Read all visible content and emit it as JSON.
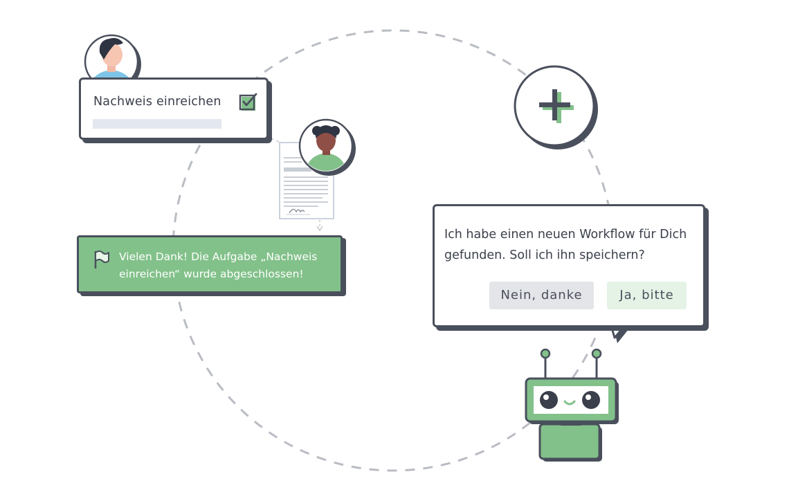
{
  "task_card": {
    "title": "Nachweis einreichen"
  },
  "success_banner": {
    "message": "Vielen Dank! Die Aufgabe „Nachweis einreichen“ wurde abgeschlossen!"
  },
  "bot_prompt": {
    "message": "Ich habe einen neuen Workflow für Dich gefunden. Soll ich ihn speichern?",
    "decline_label": "Nein, danke",
    "accept_label": "Ja, bitte"
  },
  "colors": {
    "outline": "#4a4f5c",
    "accent_green": "#82c18a",
    "dashed_circle": "#b9bcc3",
    "placeholder_bar": "#e3e8f0"
  },
  "icons": [
    "check-icon",
    "flag-icon",
    "plus-icon",
    "document-icon",
    "robot-icon"
  ]
}
